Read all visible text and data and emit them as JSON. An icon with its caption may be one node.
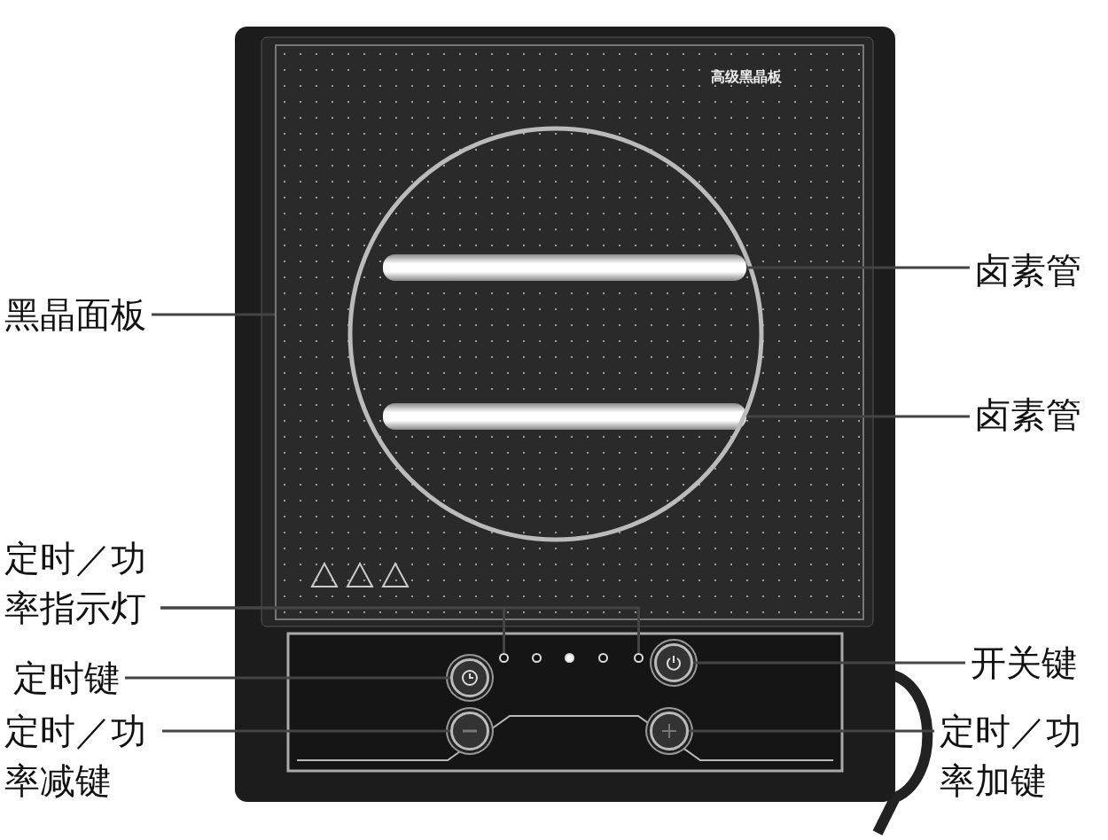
{
  "diagram": {
    "nodes": [
      {
        "text": [
          "黑晶面板"
        ]
      },
      {
        "text": [],
        "shape": "box"
      },
      {
        "text": [
          "卤素管"
        ]
      },
      {
        "text": [],
        "shape": "bar",
        "in": 1
      },
      {
        "text": [
          "卤素管"
        ]
      },
      {
        "text": [],
        "shape": "bar",
        "in": 1
      },
      {
        "text": [
          "定时／功率指示灯"
        ]
      },
      {
        "text": [],
        "shape": "circle"
      },
      {
        "text": [],
        "shape": "circle"
      },
      {
        "text": [],
        "shape": "circle"
      },
      {
        "text": [],
        "shape": "circle"
      },
      {
        "text": [],
        "shape": "circle"
      },
      {
        "text": [
          "定时键"
        ]
      },
      {
        "text": [],
        "shape": "circle"
      },
      {
        "text": [
          "开关键"
        ]
      },
      {
        "text": [],
        "shape": "circle"
      },
      {
        "text": [
          "定时／功率减键"
        ]
      },
      {
        "text": [],
        "shape": "circle"
      },
      {
        "text": [
          "定时／功率加键"
        ]
      },
      {
        "text": [],
        "shape": "circle"
      }
    ],
    "edges": [
      {
        "from": 0,
        "to": 1,
        "arrow": "none"
      },
      {
        "from": 2,
        "to": 3,
        "arrow": "none"
      },
      {
        "from": 4,
        "to": 5,
        "arrow": "none"
      },
      {
        "from": 6,
        "to": 7,
        "arrow": "none"
      },
      {
        "from": 6,
        "to": 11,
        "arrow": "none"
      },
      {
        "from": 12,
        "to": 13,
        "arrow": "none"
      },
      {
        "from": 14,
        "to": 15,
        "arrow": "none"
      },
      {
        "from": 16,
        "to": 17,
        "arrow": "none"
      },
      {
        "from": 18,
        "to": 19,
        "arrow": "none"
      }
    ],
    "labels": [
      "高级黑晶板"
    ]
  }
}
